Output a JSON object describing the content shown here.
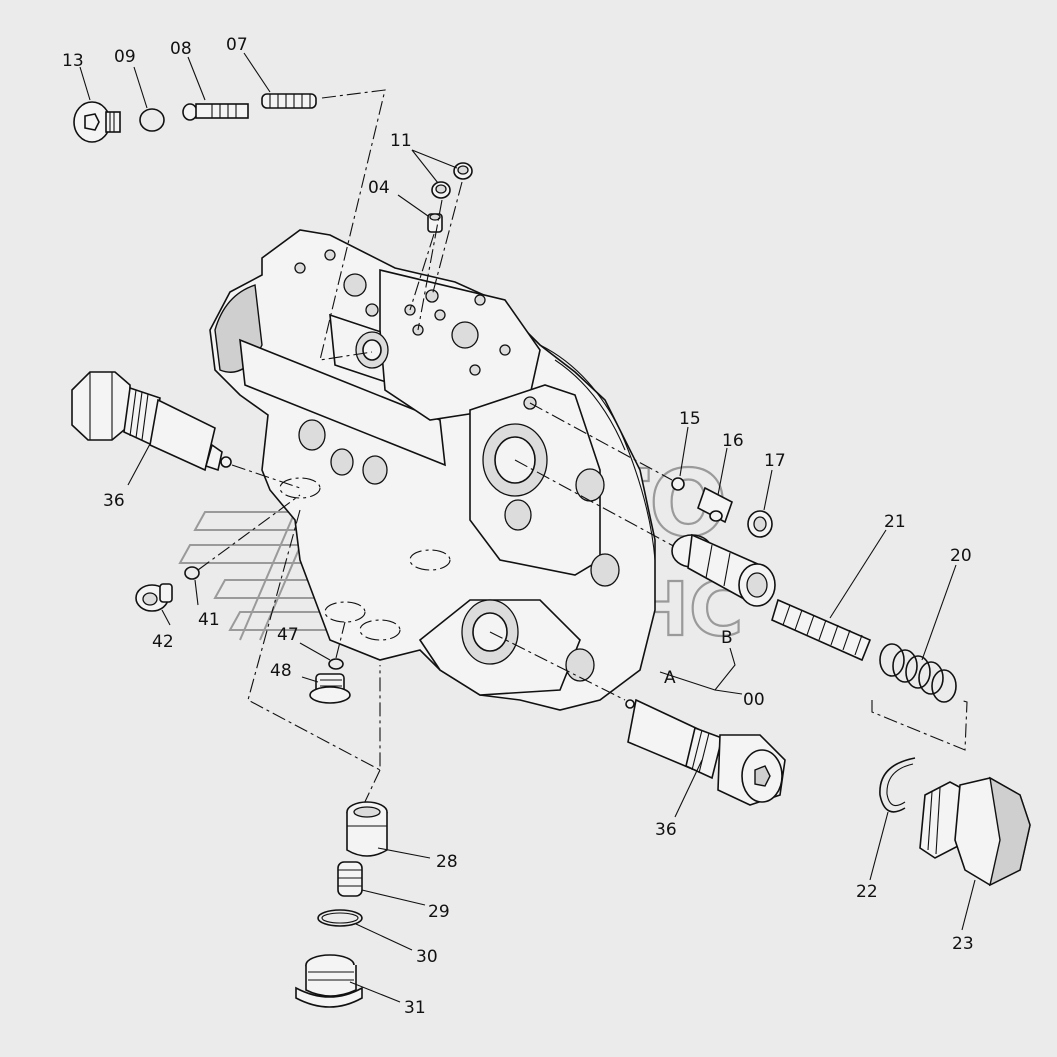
{
  "watermark": {
    "line1": "АВТО",
    "line2": "АЛЬЯНС"
  },
  "callouts": [
    {
      "id": "13",
      "text": "13"
    },
    {
      "id": "09",
      "text": "09"
    },
    {
      "id": "08",
      "text": "08"
    },
    {
      "id": "07",
      "text": "07"
    },
    {
      "id": "11",
      "text": "11"
    },
    {
      "id": "04",
      "text": "04"
    },
    {
      "id": "36a",
      "text": "36"
    },
    {
      "id": "15",
      "text": "15"
    },
    {
      "id": "16",
      "text": "16"
    },
    {
      "id": "17",
      "text": "17"
    },
    {
      "id": "21",
      "text": "21"
    },
    {
      "id": "20",
      "text": "20"
    },
    {
      "id": "42",
      "text": "42"
    },
    {
      "id": "41",
      "text": "41"
    },
    {
      "id": "47",
      "text": "47"
    },
    {
      "id": "48",
      "text": "48"
    },
    {
      "id": "B",
      "text": "B"
    },
    {
      "id": "A",
      "text": "A"
    },
    {
      "id": "00",
      "text": "00"
    },
    {
      "id": "36b",
      "text": "36"
    },
    {
      "id": "28",
      "text": "28"
    },
    {
      "id": "29",
      "text": "29"
    },
    {
      "id": "30",
      "text": "30"
    },
    {
      "id": "31",
      "text": "31"
    },
    {
      "id": "22",
      "text": "22"
    },
    {
      "id": "23",
      "text": "23"
    }
  ]
}
